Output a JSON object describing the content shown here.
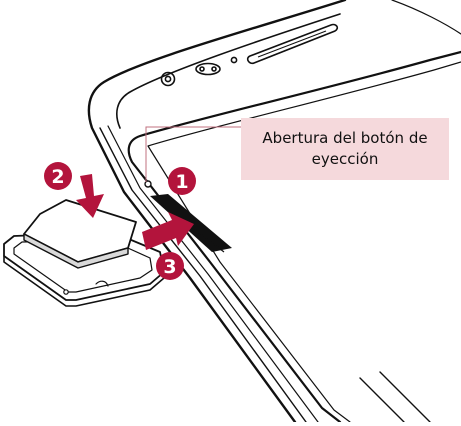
{
  "callout": {
    "line1": "Abertura del botón de",
    "line2": "eyección"
  },
  "steps": [
    {
      "number": "1"
    },
    {
      "number": "2"
    },
    {
      "number": "3"
    }
  ],
  "colors": {
    "accent": "#b3143c",
    "callout_bg": "#f5d9dc",
    "line": "#111111"
  }
}
